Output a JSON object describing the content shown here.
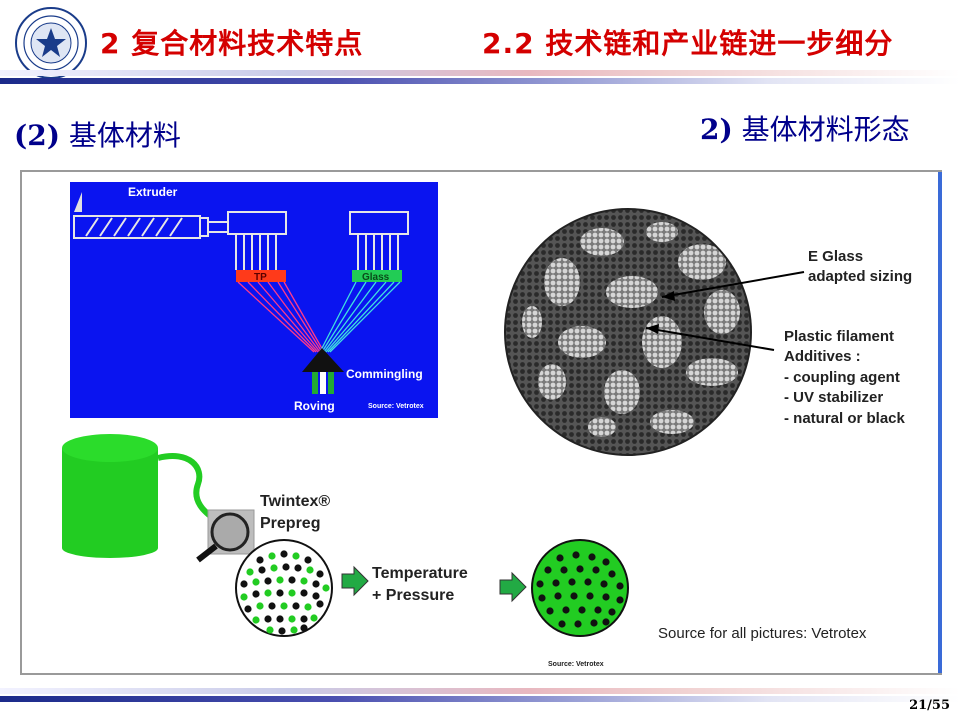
{
  "header": {
    "left_title": "2 复合材料技术特点",
    "right_title": "2.2 技术链和产业链进一步细分"
  },
  "sub": {
    "left_num": "(2)",
    "left_text": " 基体材料",
    "right_num": "2)",
    "right_text": " 基体材料形态"
  },
  "figure": {
    "extruder": "Extruder",
    "tp": "TP",
    "glass": "Glass",
    "commingling": "Commingling",
    "roving": "Roving",
    "source_small_1": "Source: Vetrotex",
    "eglass_1": "E Glass",
    "eglass_2": "adapted sizing",
    "plastic_1": "Plastic filament",
    "plastic_2": "Additives :",
    "plastic_3": "- coupling agent",
    "plastic_4": "- UV stabilizer",
    "plastic_5": "- natural or black",
    "twintex_1": "Twintex®",
    "twintex_2": "Prepreg",
    "temp_1": "Temperature",
    "temp_2": "+ Pressure",
    "source_all": "Source for all pictures: Vetrotex",
    "source_small_2": "Source: Vetrotex"
  },
  "footer": {
    "page": "21/55"
  },
  "colors": {
    "title_red": "#d40000",
    "subtitle_blue": "#00008b",
    "panel_blue": "#0a14f0",
    "green": "#21c021"
  }
}
